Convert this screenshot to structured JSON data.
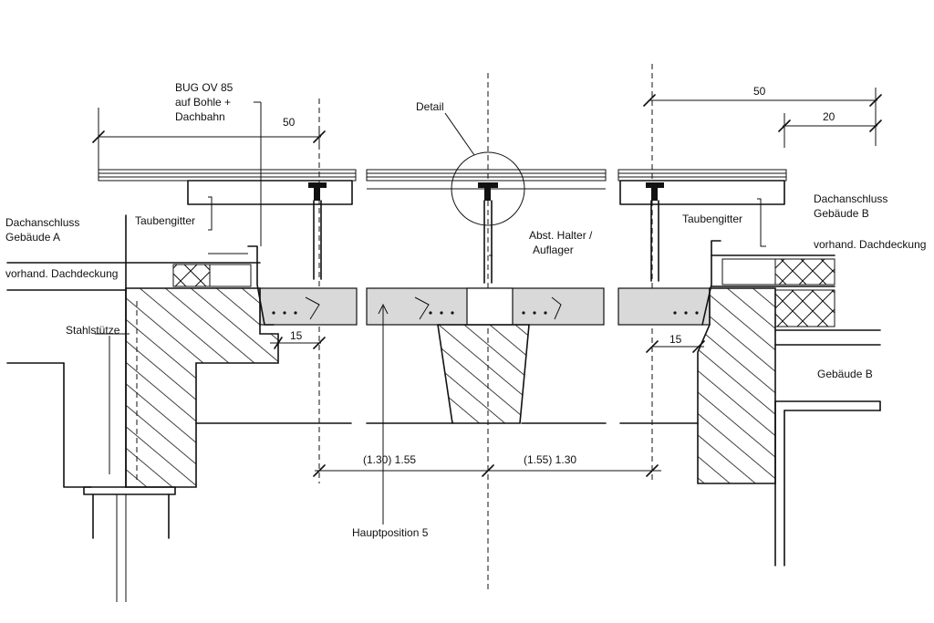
{
  "labels": {
    "bug": [
      "BUG OV 85",
      "auf Bohle +",
      "Dachbahn"
    ],
    "detail": "Detail",
    "dim_left_50": "50",
    "dim_right_50": "50",
    "dim_right_20": "20",
    "dachanschluss_a": [
      "Dachanschluss",
      "Gebäude A"
    ],
    "dachanschluss_b": [
      "Dachanschluss",
      "Gebäude B"
    ],
    "taubengitter_left": "Taubengitter",
    "taubengitter_right": "Taubengitter",
    "vorhand_left": "vorhand. Dachdeckung",
    "vorhand_right": "vorhand. Dachdeckung",
    "abst_halter": [
      "Abst. Halter /",
      "Auflager"
    ],
    "stahlstuetze": "Stahlstütze",
    "dim_left_15": "15",
    "dim_right_15": "15",
    "gebaeude_b": "Gebäude B",
    "dim_mid_left": "(1.30) 1.55",
    "dim_mid_right": "(1.55) 1.30",
    "hauptposition": "Hauptposition 5"
  }
}
